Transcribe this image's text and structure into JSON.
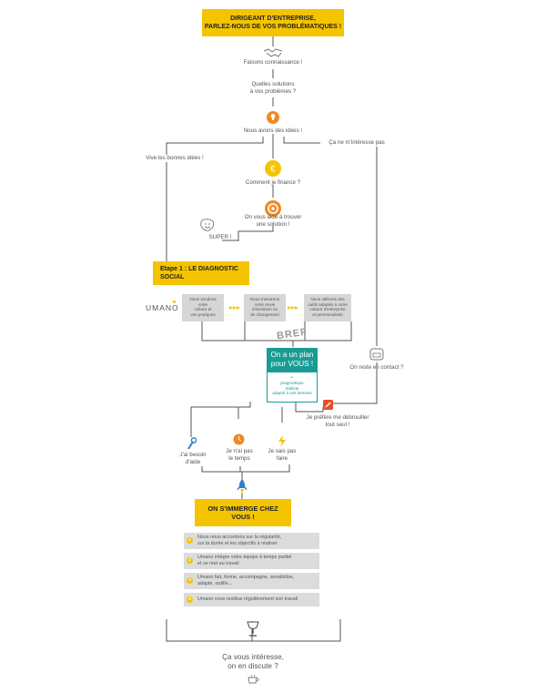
{
  "header": {
    "line1": "DIRIGEANT D'ENTREPRISE,",
    "line2": "PARLEZ-NOUS DE VOS PROBLÉMATIQUES !"
  },
  "flow": {
    "faisons": "Faisons connaissance !",
    "solutions_1": "Quelles solutions",
    "solutions_2": "à vos problèmes ?",
    "idees": "Nous avons des idées !",
    "pas": "Ça ne m'intéresse pas",
    "vive": "Vive les bonnes idées !",
    "finance": "Comment je finance ?",
    "aide_1": "On vous aide à trouver",
    "aide_2": "une solution !",
    "super": "SUPER !"
  },
  "etape": {
    "line1": "Etape 1 : LE DIAGNOSTIC",
    "line2": "SOCIAL"
  },
  "brand": {
    "umano": "UMANO"
  },
  "diagnostic": [
    {
      "lines": [
        "Nous sondons",
        "votre",
        "culture et",
        "vos pratiques"
      ]
    },
    {
      "lines": [
        "Nous mesurons",
        "votre envie",
        "d'évolution ou",
        "de changement"
      ]
    },
    {
      "lines": [
        "Nous utilisons des",
        "outils adaptés à votre",
        "culture d'entreprise",
        "et personnalisés"
      ]
    }
  ],
  "bref": "BREF",
  "plan": {
    "title_1": "On a un plan",
    "title_2": "pour VOUS !",
    "bullets": [
      "pragmatique",
      "réaliste",
      "adapté à vos besoins"
    ]
  },
  "contact": "On reste en contact ?",
  "debrouiller_1": "Je préfère me débrouiller",
  "debrouiller_2": "tout seul !",
  "needs": [
    {
      "lines": [
        "J'ai besoin",
        "d'aide"
      ]
    },
    {
      "lines": [
        "Je n'ai pas",
        "le temps"
      ]
    },
    {
      "lines": [
        "Je sais pas",
        "faire"
      ]
    }
  ],
  "immerge": {
    "line1": "ON S'IMMERGE CHEZ",
    "line2": "VOUS !"
  },
  "steps": [
    {
      "num": "1",
      "lines": [
        "Nous nous accordons sur la régularité,",
        "sur la durée et les objectifs à réaliser"
      ]
    },
    {
      "num": "2",
      "lines": [
        "Umano intègre votre équipe à temps partiel",
        "et se met au travail"
      ]
    },
    {
      "num": "3",
      "lines": [
        "Umano fait, forme, accompagne, sensibilise,",
        "adapte, outille..."
      ]
    },
    {
      "num": "4",
      "lines": [
        "Umano vous restitue régulièrement son travail"
      ]
    }
  ],
  "footer": {
    "line1": "Ça vous intéresse,",
    "line2": "on en discute ?"
  },
  "colors": {
    "accent": "#f5c400",
    "teal": "#1a9b94",
    "orange": "#f08a24",
    "red": "#e84c2b",
    "blue": "#3a7cc9",
    "line": "#555555",
    "box": "#d6d6d6"
  }
}
